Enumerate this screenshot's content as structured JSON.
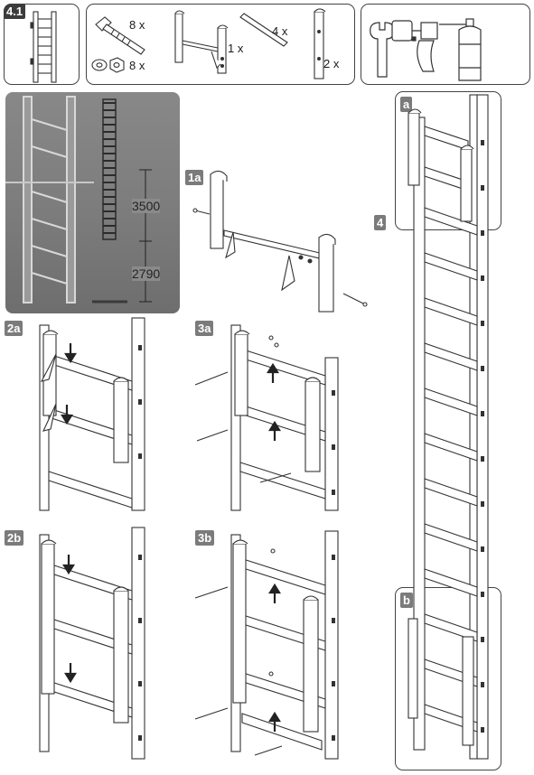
{
  "header": {
    "step_label": "4.1"
  },
  "parts": {
    "bolt_qty": "8 x",
    "nut_qty": "8 x",
    "bracket_qty": "1 x",
    "bar_qty": "4 x",
    "rail_qty": "2 x"
  },
  "tools": {
    "items": [
      "wrench-icon",
      "drill-icon",
      "spray-can-icon"
    ]
  },
  "photo": {
    "dim_upper": "3500",
    "dim_lower": "2790"
  },
  "steps": {
    "s1a": "1a",
    "s2a": "2a",
    "s3a": "3a",
    "s2b": "2b",
    "s3b": "3b",
    "s4": "4",
    "detail_a": "a",
    "detail_b": "b"
  }
}
